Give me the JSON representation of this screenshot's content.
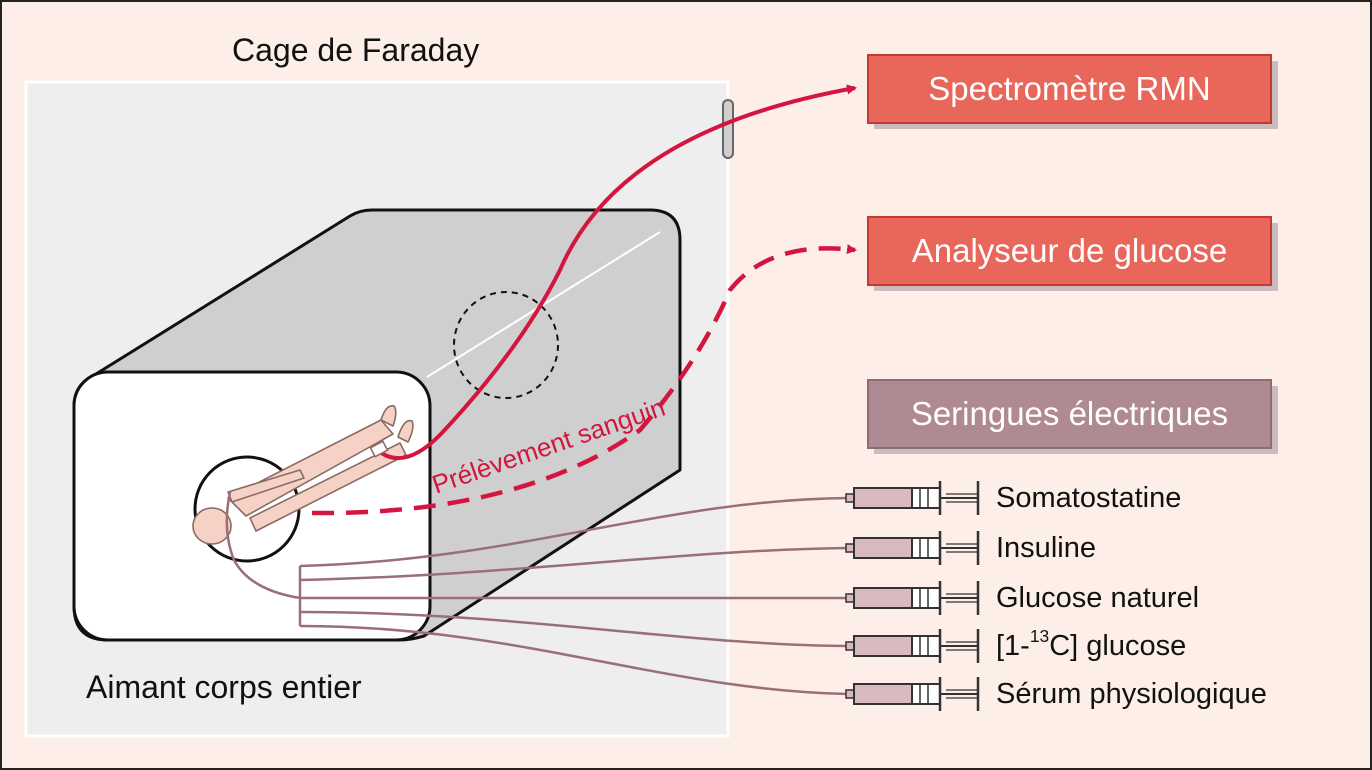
{
  "faraday_cage": {
    "label": "Cage de Faraday"
  },
  "magnet": {
    "label": "Aimant corps entier"
  },
  "blood_sampling": {
    "label": "Prélèvement sanguin"
  },
  "boxes": {
    "nmr": {
      "label": "Spectromètre RMN"
    },
    "glucose_analyzer": {
      "label": "Analyseur de glucose"
    },
    "syringes_title": {
      "label": "Seringues électriques"
    }
  },
  "syringes": [
    {
      "label": "Somatostatine"
    },
    {
      "label": "Insuline"
    },
    {
      "label": "Glucose naturel"
    },
    {
      "label_pre": "[1-",
      "label_sup": "13",
      "label_post": "C] glucose"
    },
    {
      "label": "Sérum physiologique"
    }
  ],
  "colors": {
    "background": "#fdeee8",
    "cage_fill": "#eeeeee",
    "magnet_gray": "#cfcfcf",
    "red_box": "#e8665a",
    "mauve_box": "#b08a93",
    "tube_red": "#d3163f",
    "tube_mauve": "#9a6f78",
    "syringe_fill": "#d8b9c0",
    "skin": "#f6d2c6"
  }
}
